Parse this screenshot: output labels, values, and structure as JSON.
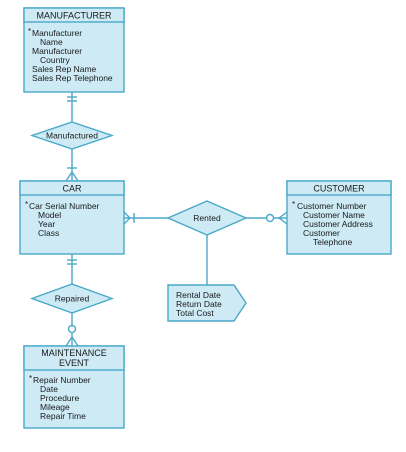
{
  "colors": {
    "fill": "#cdeaf5",
    "stroke": "#4aa8c8",
    "text": "#1a1a1a"
  },
  "entities": {
    "manufacturer": {
      "title": "MANUFACTURER",
      "key_marker": "*",
      "attributes": [
        "Manufacturer",
        "Name",
        "Manufacturer",
        "Country",
        "Sales Rep Name",
        "Sales Rep Telephone"
      ]
    },
    "car": {
      "title": "CAR",
      "key_marker": "*",
      "attributes": [
        "Car Serial Number",
        "Model",
        "Year",
        "Class"
      ]
    },
    "customer": {
      "title": "CUSTOMER",
      "key_marker": "*",
      "attributes": [
        "Customer Number",
        "Customer Name",
        "Customer Address",
        "Customer",
        "Telephone"
      ]
    },
    "maintenance": {
      "title_lines": [
        "MAINTENANCE",
        "EVENT"
      ],
      "key_marker": "*",
      "attributes": [
        "Repair Number",
        "Date",
        "Procedure",
        "Mileage",
        "Repair Time"
      ]
    }
  },
  "relationships": {
    "manufactured": "Manufactured",
    "rented": "Rented",
    "repaired": "Repaired"
  },
  "rental_attributes": [
    "Rental Date",
    "Return Date",
    "Total Cost"
  ]
}
